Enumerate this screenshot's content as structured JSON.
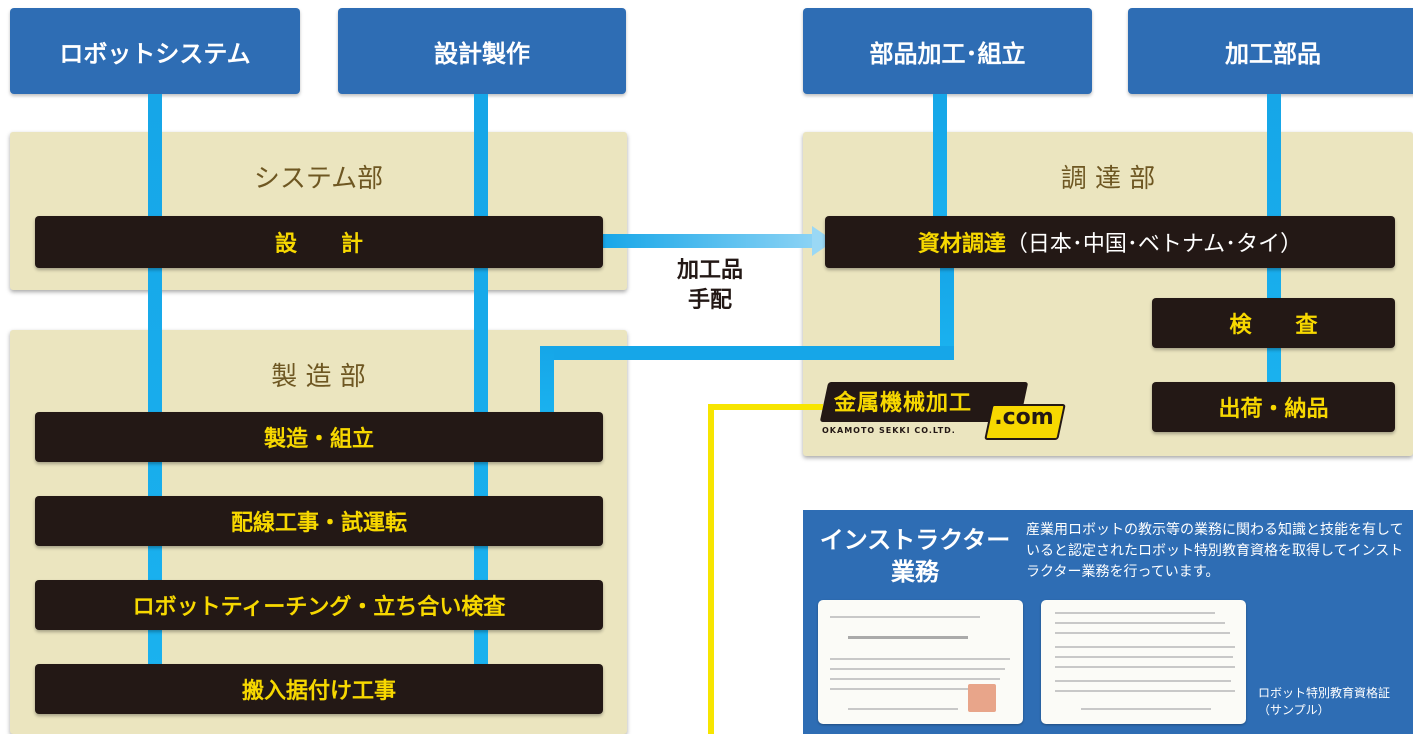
{
  "top": {
    "robot_system": "ロボットシステム",
    "design_making": "設計製作",
    "parts_processing": "部品加工･組立",
    "processed_parts": "加工部品"
  },
  "system_dept": {
    "title": "システム部",
    "design": "設　　計"
  },
  "manufacturing_dept": {
    "title": "製 造 部",
    "steps": [
      "製造・組立",
      "配線工事・試運転",
      "ロボットティーチング・立ち合い検査",
      "搬入据付け工事"
    ]
  },
  "procurement_dept": {
    "title": "調 達 部",
    "materials_label": "資材調達",
    "materials_countries": "（日本･中国･ベトナム･タイ）",
    "inspection": "検　　査",
    "shipping": "出荷・納品"
  },
  "connector": {
    "processed_order_line1": "加工品",
    "processed_order_line2": "手配"
  },
  "logo": {
    "main": "金属機械加工",
    "domain": ".com",
    "company": "OKAMOTO SEKKI CO.LTD."
  },
  "instructor": {
    "title_line1": "インストラクター",
    "title_line2": "業務",
    "description": "産業用ロボットの教示等の業務に関わる知識と技能を有していると認定されたロボット特別教育資格を取得してインストラクター業務を行っています。",
    "cert_caption_line1": "ロボット特別教育資格証",
    "cert_caption_line2": "（サンプル）"
  },
  "colors": {
    "top_box": "#2e6db4",
    "panel": "#ebe5bf",
    "bar": "#231815",
    "bar_text": "#f7d800",
    "line": "#16a6e8",
    "yellow_line": "#f7e500"
  }
}
